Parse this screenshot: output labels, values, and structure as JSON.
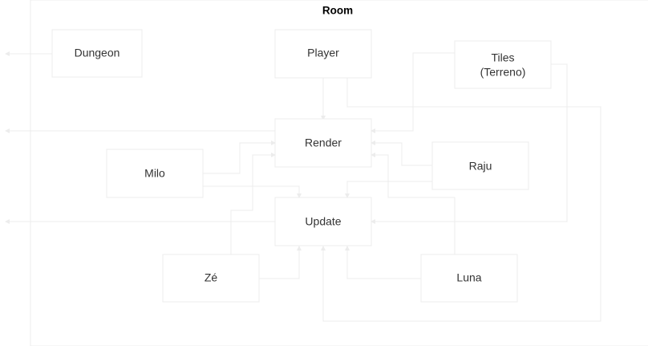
{
  "container": {
    "title": "Room"
  },
  "nodes": {
    "dungeon": "Dungeon",
    "player": "Player",
    "tiles_line1": "Tiles",
    "tiles_line2": "(Terreno)",
    "render": "Render",
    "milo": "Milo",
    "raju": "Raju",
    "update": "Update",
    "ze": "Zé",
    "luna": "Luna"
  },
  "colors": {
    "line": "#ececec",
    "text": "#333333",
    "title": "#000000"
  }
}
